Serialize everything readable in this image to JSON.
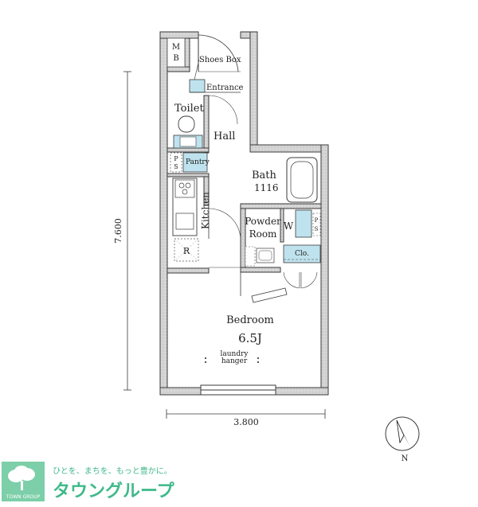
{
  "dimensions": {
    "height": "7.600",
    "width": "3.800"
  },
  "rooms": {
    "mb": "M\nB",
    "shoes_box": "Shoes Box",
    "entrance": "Entrance",
    "toilet": "Toilet",
    "hall": "Hall",
    "ps_left": "P\nS",
    "pantry": "Pantry",
    "kitchen": "Kitchen",
    "refrigerator": "R",
    "bath": "Bath",
    "bath_size": "1116",
    "powder_room_line1": "Powder",
    "powder_room_line2": "Room",
    "washer": "W",
    "ps_right": "P\nS",
    "closet": "Clo.",
    "bedroom": "Bedroom",
    "bedroom_size": "6.5J",
    "laundry_line1": "laundry",
    "laundry_line2": "hanger"
  },
  "compass": {
    "label": "N"
  },
  "logo": {
    "tagline": "ひとを、まちを、もっと豊かに。",
    "name": "タウングループ",
    "mark_text": "TOWN GROUP"
  },
  "colors": {
    "wall": "#d9d9d9",
    "wall_edge": "#3a3a3a",
    "fixture_blue": "#bfe3ee",
    "logo_green": "#7ccfa8",
    "logo_text": "#3fb98a"
  }
}
